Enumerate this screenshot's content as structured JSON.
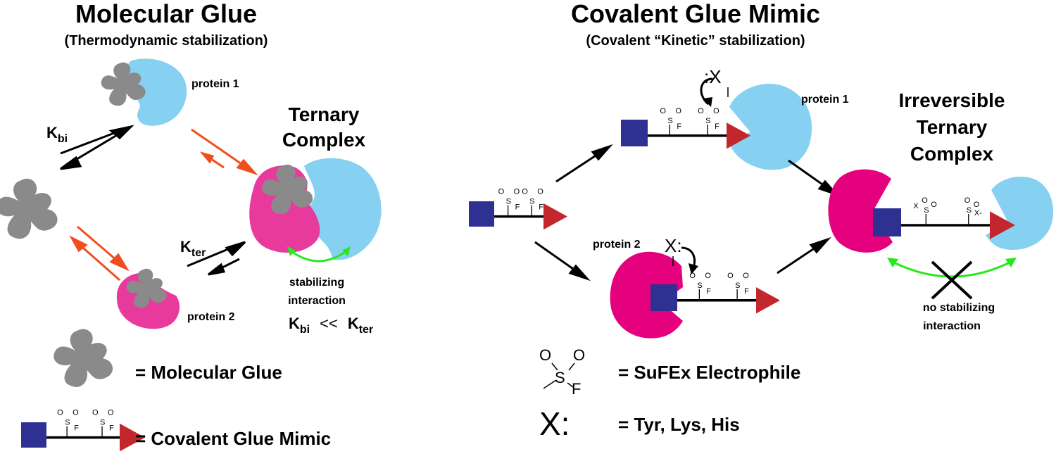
{
  "left_panel": {
    "title": "Molecular Glue",
    "subtitle": "(Thermodynamic stabilization)",
    "protein1_label": "protein 1",
    "protein2_label": "protein 2",
    "ternary_label_line1": "Ternary",
    "ternary_label_line2": "Complex",
    "k_bi": {
      "main": "K",
      "sub": "bi"
    },
    "k_ter": {
      "main": "K",
      "sub": "ter"
    },
    "stabilizing_line1": "stabilizing",
    "stabilizing_line2": "interaction",
    "relation": {
      "left_main": "K",
      "left_sub": "bi",
      "op": "<<",
      "right_main": "K",
      "right_sub": "ter"
    }
  },
  "right_panel": {
    "title": "Covalent Glue Mimic",
    "subtitle": "(Covalent “Kinetic” stabilization)",
    "protein1_label": "protein 1",
    "protein2_label": "protein 2",
    "irreversible_line1": "Irreversible",
    "irreversible_line2": "Ternary",
    "irreversible_line3": "Complex",
    "no_stab_line1": "no stabilizing",
    "no_stab_line2": "interaction",
    "nucleophile_symbol": "X:",
    "nucleophile_symbol_alt": ":X",
    "bound_x": "X",
    "bound_x_dash": "X-"
  },
  "chem": {
    "O": "O",
    "S": "S",
    "F": "F"
  },
  "legend": {
    "molecular_glue": "= Molecular Glue",
    "covalent_glue_mimic": "= Covalent Glue Mimic",
    "sufex": "= SuFEx Electrophile",
    "residues": "= Tyr, Lys, His",
    "x_symbol": "X:"
  },
  "colors": {
    "glue_gray": "#8a8a8a",
    "protein1_blue": "#86d1f2",
    "protein2_pink": "#e8399d",
    "protein2_magenta": "#e5007d",
    "square_navy": "#2e3192",
    "triangle_red": "#c1272d",
    "arrow_orange": "#f04e1e",
    "arrow_black": "#000000",
    "interaction_green": "#26e81c"
  }
}
